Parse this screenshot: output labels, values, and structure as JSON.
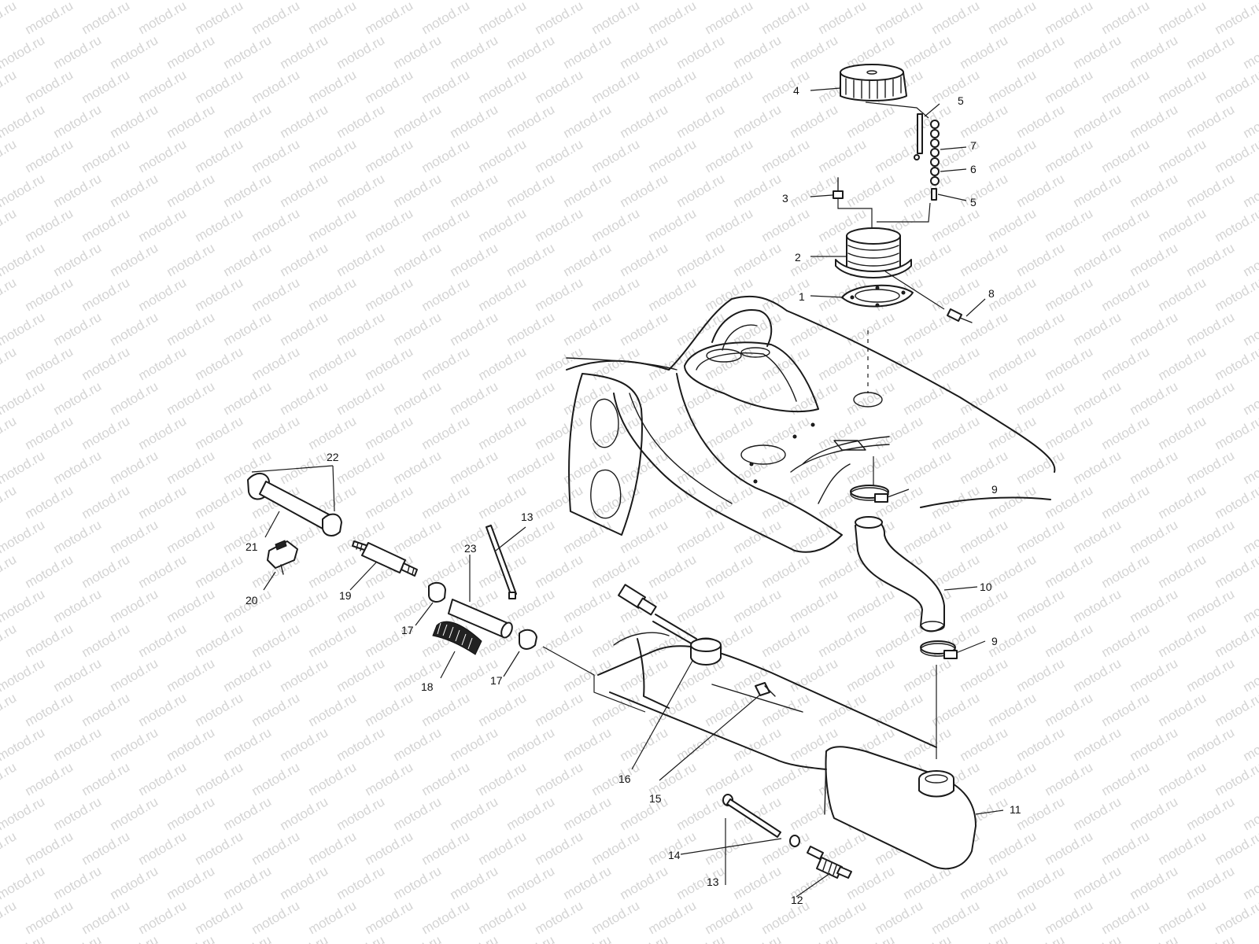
{
  "watermark": {
    "text": "motod.ru",
    "color": "#d4d4d4"
  },
  "diagram": {
    "line_color": "#1a1a1a",
    "background": "#ffffff",
    "callouts": [
      "1",
      "2",
      "3",
      "4",
      "5",
      "5",
      "6",
      "7",
      "8",
      "9",
      "9",
      "10",
      "11",
      "12",
      "13",
      "13",
      "14",
      "15",
      "16",
      "17",
      "17",
      "18",
      "19",
      "20",
      "21",
      "22",
      "23"
    ]
  }
}
